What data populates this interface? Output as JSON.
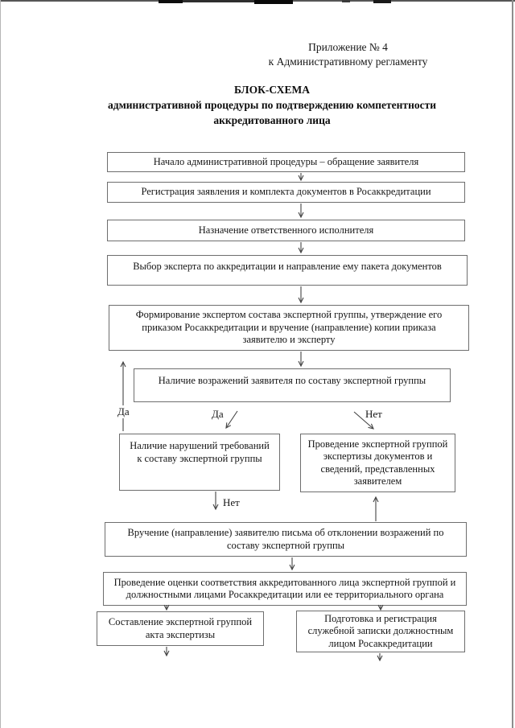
{
  "header": {
    "appendix_line1": "Приложение № 4",
    "appendix_line2": "к Административному регламенту",
    "title_line1": "БЛОК-СХЕМА",
    "title_line2": "административной процедуры по подтверждению компетентности",
    "title_line3": "аккредитованного лица"
  },
  "flowchart": {
    "boxes": [
      "Начало административной процедуры – обращение заявителя",
      "Регистрация заявления и комплекта документов в Росаккредитации",
      "Назначение ответственного исполнителя",
      "Выбор эксперта по аккредитации и направление ему пакета документов",
      "Формирование экспертом состава экспертной группы, утверждение его приказом Росаккредитации и вручение (направление) копии приказа заявителю и эксперту",
      "Наличие возражений заявителя по составу экспертной группы",
      "Наличие нарушений требований к составу экспертной группы",
      "Проведение экспертной группой экспертизы документов и сведений, представленных заявителем",
      "Вручение (направление) заявителю письма об отклонении возражений по составу экспертной группы",
      "Проведение оценки соответствия аккредитованного лица экспертной группой и должностными лицами Росаккредитации или ее территориального органа",
      "Составление экспертной группой акта экспертизы",
      "Подготовка и регистрация служебной записки должностным лицом Росаккредитации"
    ],
    "labels": {
      "loop_yes": "Да",
      "branch_yes": "Да",
      "branch_no": "Нет",
      "violations_no": "Нет"
    }
  }
}
